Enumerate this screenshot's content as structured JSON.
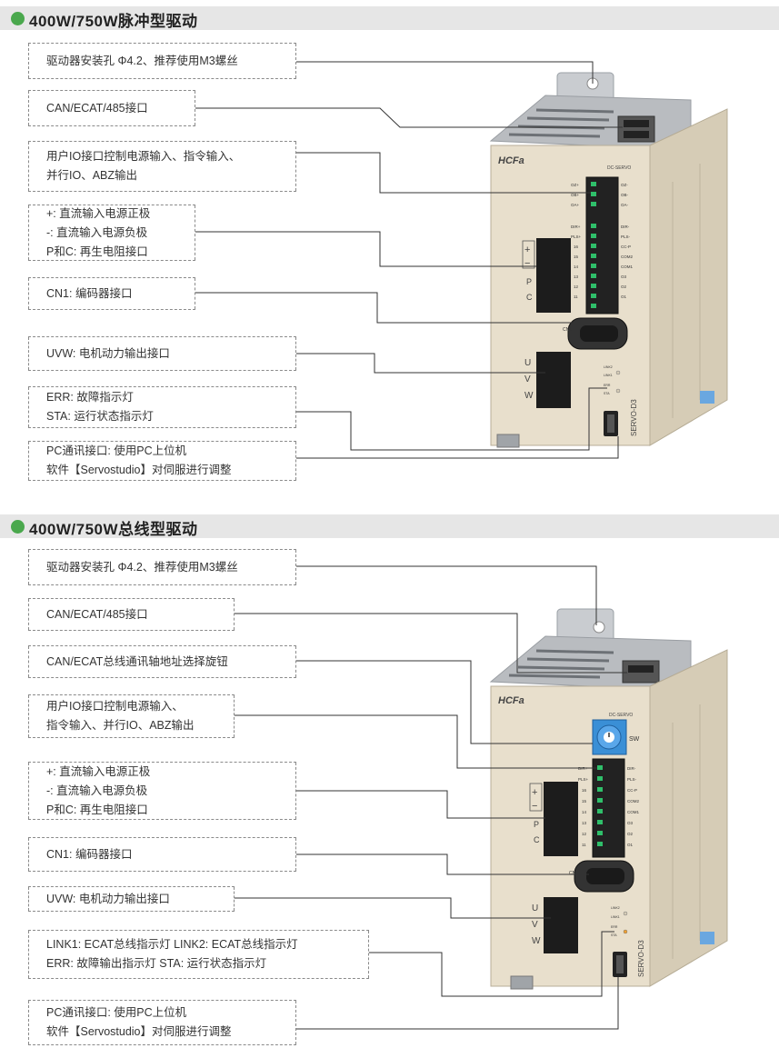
{
  "sections": [
    {
      "title": "400W/750W脉冲型驱动",
      "callouts": [
        {
          "lines": [
            "驱动器安装孔 Φ4.2、推荐使用M3螺丝"
          ]
        },
        {
          "lines": [
            "CAN/ECAT/485接口"
          ]
        },
        {
          "lines": [
            "用户IO接口控制电源输入、指令输入、",
            "并行IO、ABZ输出"
          ]
        },
        {
          "lines": [
            "+: 直流输入电源正极",
            "-: 直流输入电源负极",
            "P和C: 再生电阻接口"
          ]
        },
        {
          "lines": [
            "CN1: 编码器接口"
          ]
        },
        {
          "lines": [
            "UVW: 电机动力输出接口"
          ]
        },
        {
          "lines": [
            "ERR: 故障指示灯",
            "STA: 运行状态指示灯"
          ]
        },
        {
          "lines": [
            "PC通讯接口: 使用PC上位机",
            "软件【Servostudio】对伺服进行调整"
          ]
        }
      ],
      "device": {
        "brand": "HCFa",
        "model_label": "DC-SERVO",
        "side_label": "SERVO-D3",
        "cn1_label": "CN1",
        "power_plus": "+",
        "power_minus": "−",
        "power_p": "P",
        "power_c": "C",
        "uvw": [
          "U",
          "V",
          "W"
        ],
        "io_left": [
          "OZ+",
          "OB+",
          "OA+",
          "",
          "DIR+",
          "PLS+",
          "16",
          "15",
          "14",
          "13",
          "12",
          "11"
        ],
        "io_right": [
          "OZ-",
          "OB-",
          "OA-",
          "",
          "DIR-",
          "PLS-",
          "CC-P",
          "COM2",
          "COM1",
          "O3",
          "O2",
          "O1"
        ],
        "leds": [
          "LINK2",
          "LINK1",
          "ERR",
          "STA"
        ]
      }
    },
    {
      "title": "400W/750W总线型驱动",
      "callouts": [
        {
          "lines": [
            "驱动器安装孔 Φ4.2、推荐使用M3螺丝"
          ]
        },
        {
          "lines": [
            "CAN/ECAT/485接口"
          ]
        },
        {
          "lines": [
            "CAN/ECAT总线通讯轴地址选择旋钮"
          ]
        },
        {
          "lines": [
            "用户IO接口控制电源输入、",
            "指令输入、并行IO、ABZ输出"
          ]
        },
        {
          "lines": [
            "+: 直流输入电源正极",
            "-: 直流输入电源负极",
            "P和C: 再生电阻接口"
          ]
        },
        {
          "lines": [
            "CN1: 编码器接口"
          ]
        },
        {
          "lines": [
            "UVW: 电机动力输出接口"
          ]
        },
        {
          "lines": [
            "LINK1: ECAT总线指示灯   LINK2: ECAT总线指示灯",
            "ERR: 故障输出指示灯   STA: 运行状态指示灯"
          ]
        },
        {
          "lines": [
            "PC通讯接口: 使用PC上位机",
            "软件【Servostudio】对伺服进行调整"
          ]
        }
      ],
      "device": {
        "brand": "HCFa",
        "model_label": "DC-SERVO",
        "side_label": "SERVO-D3",
        "sw_label": "SW",
        "cn1_label": "CN1",
        "power_plus": "+",
        "power_minus": "−",
        "power_p": "P",
        "power_c": "C",
        "uvw": [
          "U",
          "V",
          "W"
        ],
        "io_left": [
          "DIR+",
          "PLS+",
          "16",
          "15",
          "14",
          "13",
          "12",
          "11"
        ],
        "io_right": [
          "DIR-",
          "PLS-",
          "CC-P",
          "COM2",
          "COM1",
          "O3",
          "O2",
          "O1"
        ],
        "leds": [
          "LINK2",
          "LINK1",
          "ERR",
          "STA"
        ]
      }
    }
  ],
  "colors": {
    "accent_dot": "#4aa84d",
    "header_bg": "#e6e6e6",
    "leader": "#333333",
    "device_body": "#e8dfcc",
    "rotary_switch": "#3a8fd6"
  }
}
